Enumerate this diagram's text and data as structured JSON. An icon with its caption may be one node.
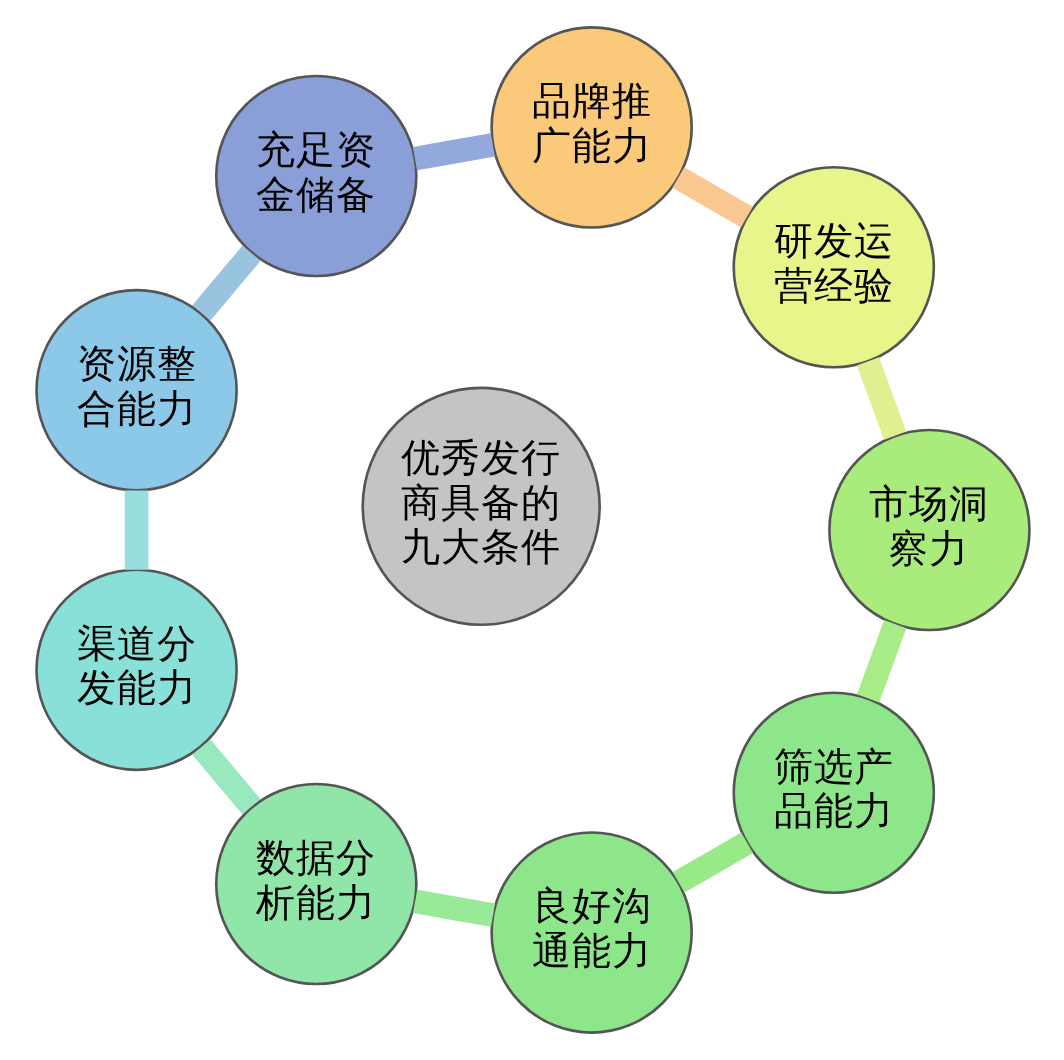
{
  "diagram": {
    "nodes": [
      {
        "text": [
          "优秀发行商具备的九大条件"
        ]
      },
      {
        "text": [
          "品牌推广能力"
        ]
      },
      {
        "text": [
          "研发运营经验"
        ]
      },
      {
        "text": [
          "市场洞察力"
        ]
      },
      {
        "text": [
          "筛选产品能力"
        ]
      },
      {
        "text": [
          "良好沟通能力"
        ]
      },
      {
        "text": [
          "数据分析能力"
        ]
      },
      {
        "text": [
          "渠道分发能力"
        ]
      },
      {
        "text": [
          "资源整合能力"
        ]
      },
      {
        "text": [
          "充足资金储备"
        ]
      }
    ],
    "edges": [
      {
        "from": 1,
        "to": 2,
        "arrow": "none",
        "color": "#f8c890"
      },
      {
        "from": 2,
        "to": 3,
        "arrow": "none",
        "color": "#e0f090"
      },
      {
        "from": 3,
        "to": 4,
        "arrow": "none",
        "color": "#a8ec88"
      },
      {
        "from": 4,
        "to": 5,
        "arrow": "none",
        "color": "#98ea88"
      },
      {
        "from": 5,
        "to": 6,
        "arrow": "none",
        "color": "#98ea98"
      },
      {
        "from": 6,
        "to": 7,
        "arrow": "none",
        "color": "#98e8c0"
      },
      {
        "from": 7,
        "to": 8,
        "arrow": "none",
        "color": "#98dede"
      },
      {
        "from": 8,
        "to": 9,
        "arrow": "none",
        "color": "#98c4e0"
      },
      {
        "from": 9,
        "to": 1,
        "arrow": "none",
        "color": "#93a8dc"
      }
    ]
  }
}
